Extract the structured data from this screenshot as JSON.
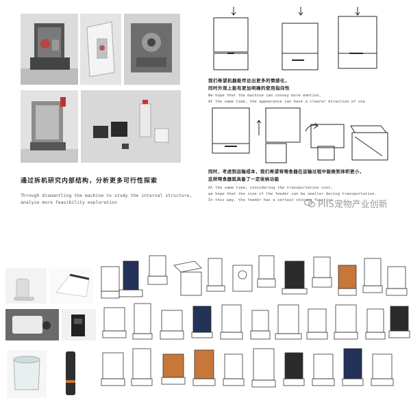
{
  "section_left": {
    "caption_cn": "通过拆机研究内部结构，分析更多可行性探索",
    "caption_en_lines": [
      "Through dismantling the machine to study the internal structure,",
      "analyze more feasibility exploration"
    ]
  },
  "section_right": {
    "block1_cn_lines": [
      "我们希望机器能传达出更多的情感化，",
      "同时外观上能有更加明确的使用指向性"
    ],
    "block1_en_lines": [
      "We hope that the machine can convey more emotion,",
      "At the same time, the appearance can have a clearer direction of use"
    ],
    "block2_cn_lines": [
      "同时，考虑到运输成本，我们希望将喂食器在运输过程中能做到体积更小，",
      "这样喂食器就具备了一定收纳功能"
    ],
    "block2_en_lines": [
      "At the same time, considering the transportation cost,",
      "we hope that the size of the feeder can be smaller during transportation.",
      "In this way, the feeder has a certain storage function"
    ]
  },
  "watermark": {
    "text": "PIIS宠物产业创新",
    "icon": "wechat-icon"
  },
  "colors": {
    "background": "#ffffff",
    "text_dark": "#222222",
    "text_muted": "#555555",
    "watermark": "#9a9a9a",
    "accent_orange": "#c8773a",
    "accent_navy": "#233259"
  }
}
